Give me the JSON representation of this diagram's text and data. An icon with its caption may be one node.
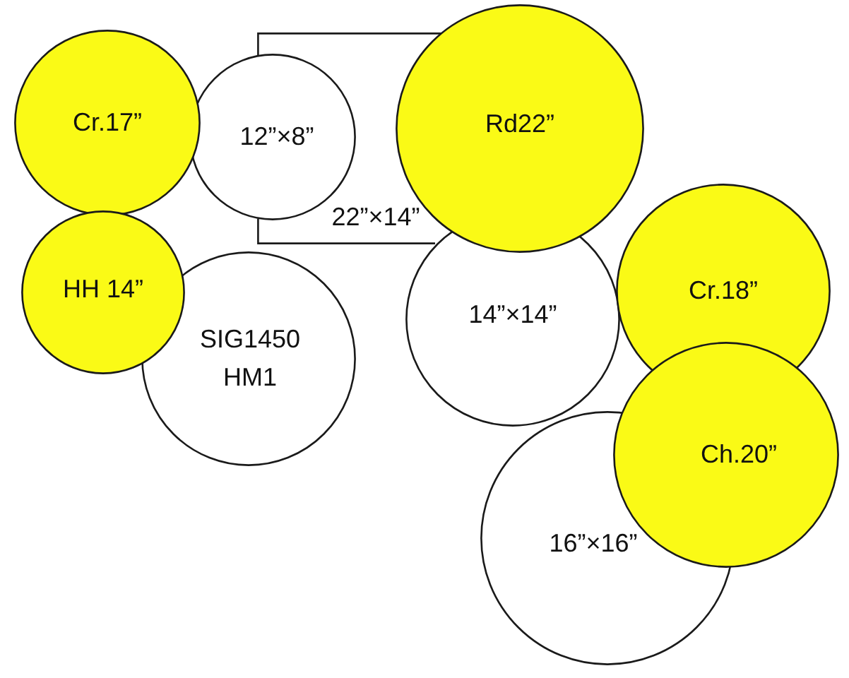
{
  "diagram": {
    "nodes": [
      {
        "text": [
          "Cr.17”"
        ]
      },
      {
        "text": [
          "12”×8”"
        ]
      },
      {
        "text": [
          "22”×14”"
        ]
      },
      {
        "text": [
          "Rd22”"
        ]
      },
      {
        "text": [
          "HH 14”"
        ]
      },
      {
        "text": [
          "SIG1450 HM1"
        ]
      },
      {
        "text": [
          "14”×14”"
        ]
      },
      {
        "text": [
          "Cr.18”"
        ]
      },
      {
        "text": [
          "Ch.20”"
        ]
      },
      {
        "text": [
          "16”×16”"
        ]
      }
    ]
  }
}
